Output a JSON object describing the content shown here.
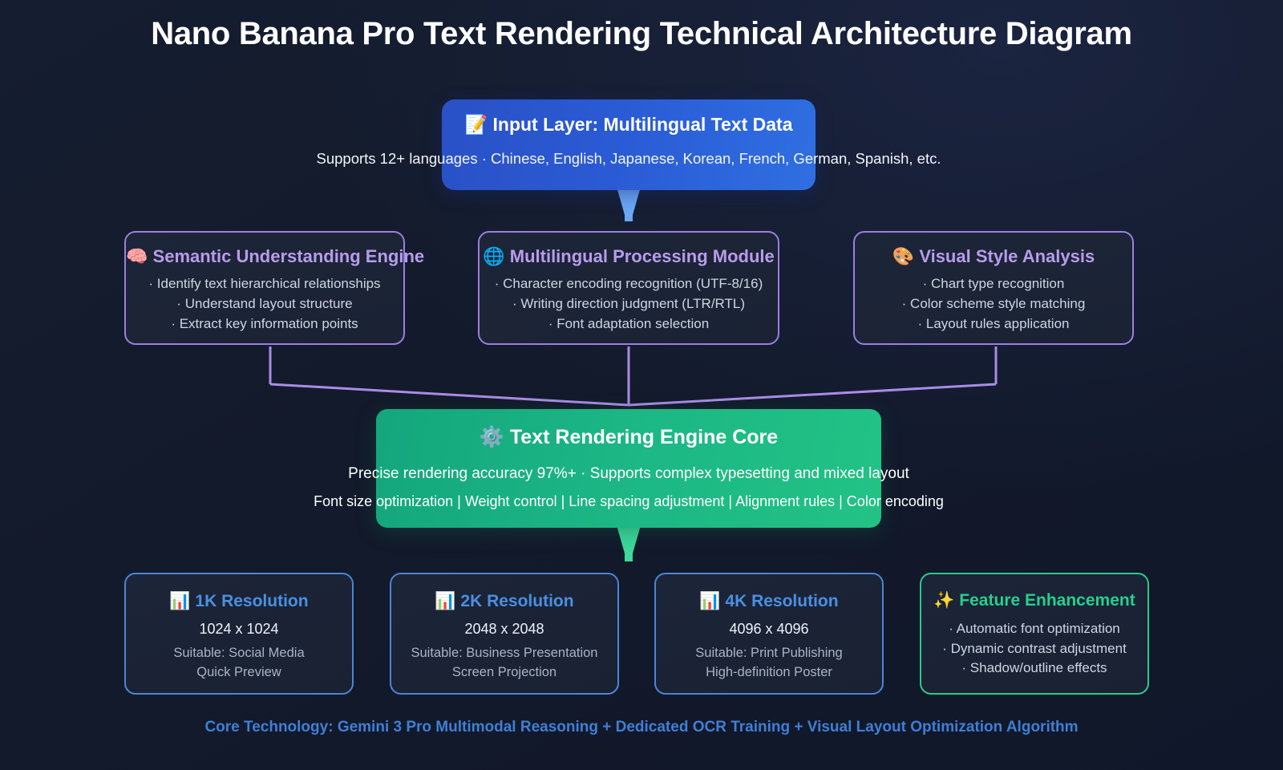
{
  "title": "Nano Banana Pro Text Rendering Technical Architecture Diagram",
  "colors": {
    "background": "#141b2c",
    "input_blue": "#2a5ad4",
    "analysis_purple": "#9b7ee2",
    "analysis_title": "#b79ceb",
    "core_green": "#1cb785",
    "resolution_blue": "#4a90e2",
    "feature_green": "#2ec98a",
    "footer_blue": "#3f7fd6",
    "arrow_blue": "#6ba7f5",
    "arrow_green": "#3ed89a"
  },
  "input_layer": {
    "icon": "memo-icon",
    "icon_glyph": "📝",
    "title": "Input Layer: Multilingual Text Data",
    "subtitle": "Supports 12+ languages · Chinese, English, Japanese, Korean, French, German, Spanish, etc."
  },
  "analysis_modules": [
    {
      "icon": "brain-icon",
      "icon_glyph": "🧠",
      "title": "Semantic Understanding Engine",
      "lines": [
        "· Identify text hierarchical relationships",
        "· Understand layout structure",
        "· Extract key information points"
      ]
    },
    {
      "icon": "globe-icon",
      "icon_glyph": "🌐",
      "title": "Multilingual Processing Module",
      "lines": [
        "· Character encoding recognition (UTF-8/16)",
        "· Writing direction judgment (LTR/RTL)",
        "· Font adaptation selection"
      ]
    },
    {
      "icon": "palette-icon",
      "icon_glyph": "🎨",
      "title": "Visual Style Analysis",
      "lines": [
        "· Chart type recognition",
        "· Color scheme style matching",
        "· Layout rules application"
      ]
    }
  ],
  "core_engine": {
    "icon": "gear-icon",
    "icon_glyph": "⚙️",
    "title": "Text Rendering Engine Core",
    "line1": "Precise rendering accuracy 97%+ · Supports complex typesetting and mixed layout",
    "line2": "Font size optimization | Weight control | Line spacing adjustment | Alignment rules | Color encoding"
  },
  "outputs": [
    {
      "icon": "bar-chart-icon",
      "icon_glyph": "📊",
      "title": "1K Resolution",
      "dimensions": "1024 x 1024",
      "note_line1": "Suitable: Social Media",
      "note_line2": "Quick Preview"
    },
    {
      "icon": "bar-chart-icon",
      "icon_glyph": "📊",
      "title": "2K Resolution",
      "dimensions": "2048 x 2048",
      "note_line1": "Suitable: Business Presentation",
      "note_line2": "Screen Projection"
    },
    {
      "icon": "bar-chart-icon",
      "icon_glyph": "📊",
      "title": "4K Resolution",
      "dimensions": "4096 x 4096",
      "note_line1": "Suitable: Print Publishing",
      "note_line2": "High-definition Poster"
    }
  ],
  "feature_enhancement": {
    "icon": "sparkles-icon",
    "icon_glyph": "✨",
    "title": "Feature Enhancement",
    "lines": [
      "· Automatic font optimization",
      "· Dynamic contrast adjustment",
      "· Shadow/outline effects"
    ]
  },
  "footer": {
    "text": "Core Technology: Gemini 3 Pro Multimodal Reasoning + Dedicated OCR Training + Visual Layout Optimization Algorithm"
  }
}
